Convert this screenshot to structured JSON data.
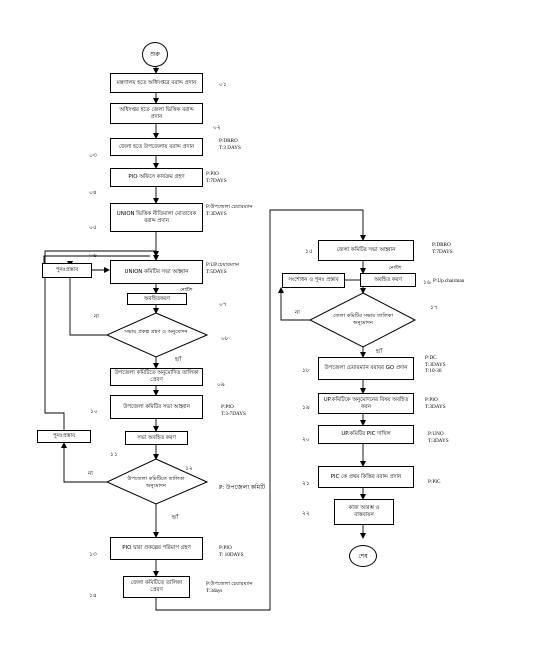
{
  "start": "শুরু",
  "end": "শেষ",
  "steps": [
    {
      "text": "মন্ত্রণালয় হতে অধিদপ্তরে বরাদ্দ প্রদান",
      "num": "০১",
      "meta": ""
    },
    {
      "text": "অধিদপ্তর হতে জেলা ভিত্তিক বরাদ্দ প্রদান",
      "num": "০২",
      "meta": ""
    },
    {
      "text": "জেলা হতে উপজেলায় বরাদ্দ প্রদান",
      "num": "০৩",
      "meta": "P:DRRO\nT:3 DAYS"
    },
    {
      "text": "PIO অফিসে কার্যক্রম গ্রহণ",
      "num": "০৪",
      "meta": "P:PIO\nT:7DAYS"
    },
    {
      "text": "UNION ভিত্তিক নীতিমালা মোতাবেক বরাদ্দ প্রদান",
      "num": "০৫",
      "meta": "P:উপজেলা চেয়ারম্যান\nT:3DAYS"
    },
    {
      "text": "UNION কমিটির সভা আহ্বান",
      "num": "০৬",
      "meta": "P:UP.চেয়ারম্যান\nT:5DAYS"
    },
    {
      "text": "অবহিতকরণ",
      "num": "০৭",
      "meta": ""
    },
    {
      "text": "সভায় প্রকল্প গ্রহণ ও অনুমোদন",
      "num": "০৮",
      "meta": ""
    },
    {
      "text": "উপজেলা কমিটিতে অনুমোদিত তালিকা প্রেরণ",
      "num": "০৯",
      "meta": ""
    },
    {
      "text": "উপজেলা কমিটির সভা আহ্বান",
      "num": "১০",
      "meta": "P:PIO\nT:3-7DAYS"
    },
    {
      "text": "সভা অবহিত করণ",
      "num": "১১",
      "meta": ""
    },
    {
      "text": "উপজেলা কমিটিতে তালিকা অনুমোদন",
      "num": "১২",
      "meta": "P: উপজেলা কমিটি"
    },
    {
      "text": "PIO দ্বারা প্রকল্পের পরিমাপ গ্রহণ",
      "num": "১৩",
      "meta": "P:PIO\nT: 10DAYS"
    },
    {
      "text": "জেলা কমিটিতে তালিকা প্রেরণ",
      "num": "১৪",
      "meta": "P:উপজেলা চেয়ারম্যান\nT:3days"
    },
    {
      "text": "জেলা কমিটির সভা আহ্বান",
      "num": "১৫",
      "meta": "P:DRRO\nT:7DAYS"
    },
    {
      "text": "অবহিত করণ",
      "num": "১৬",
      "meta": "P:Up.chairman"
    },
    {
      "text": "জেলা কমিটির সভায় তালিকা অনুমোদন",
      "num": "১৭",
      "meta": ""
    },
    {
      "text": "উপজেলা চেয়ারম্যান বরাবর GO প্রদান",
      "num": "১৮",
      "meta": "P:DC\nT:3DAYS\nT:10-30"
    },
    {
      "text": "UP.কমিটিকে অনুমোদনের বিষয় অবহিত করন",
      "num": "১৯",
      "meta": "P:PIO\nT:3DAYS"
    },
    {
      "text": "UP.কমিটির PIC দাখিল",
      "num": "২০",
      "meta": "P:UNO\nT:3DAYS"
    },
    {
      "text": "PIC কে প্রথম কিস্তির বরাদ্দ প্রদান",
      "num": "২১",
      "meta": "P:PIC"
    },
    {
      "text": "কাজ আরম্ভ ও বাস্তবায়ন",
      "num": "২২",
      "meta": ""
    }
  ],
  "side_boxes": {
    "resubmit_1": "পুনঃপ্রস্তাব",
    "resubmit_2": "পুনঃপ্রস্তাব",
    "revise": "সংশোধন ও পুনঃ প্রস্তাব"
  },
  "edge_labels": {
    "no": "না",
    "yes": "হ্যাঁ",
    "notice_1": "নোটিশ",
    "notice_2": "নোটিশ"
  }
}
